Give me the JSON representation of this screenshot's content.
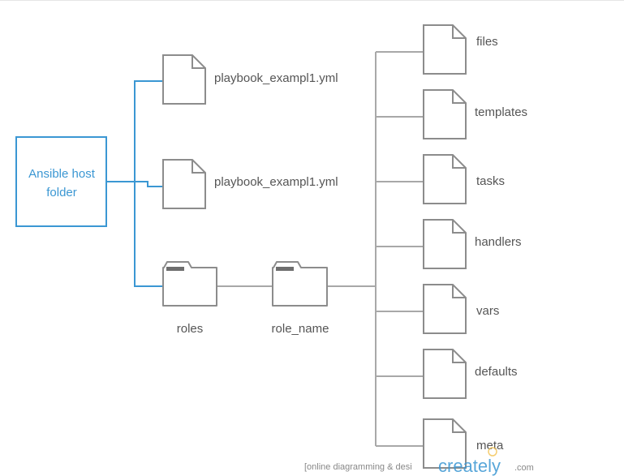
{
  "host_folder": {
    "line1": "Ansible host",
    "line2": "folder"
  },
  "host_children": [
    {
      "label": "playbook_exampl1.yml",
      "kind": "file"
    },
    {
      "label": "playbook_exampl1.yml",
      "kind": "file"
    },
    {
      "label": "roles",
      "kind": "folder"
    }
  ],
  "role": {
    "label": "role_name",
    "kind": "folder"
  },
  "role_children": [
    "files",
    "templates",
    "tasks",
    "handlers",
    "vars",
    "defaults",
    "meta"
  ],
  "watermark": {
    "prefix": "[online diagramming & desi",
    "brand": "creately",
    "suffix": ".com"
  },
  "colors": {
    "accent": "#3b97d3",
    "stroke": "#8c8c8c",
    "connector": "#a8a8a8",
    "text": "#555555"
  }
}
